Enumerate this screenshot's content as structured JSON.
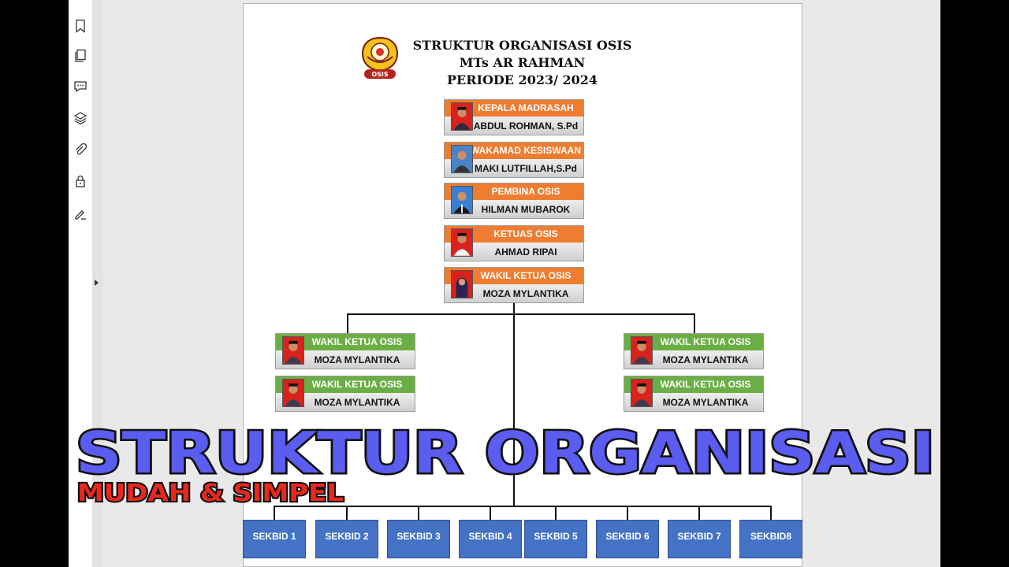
{
  "viewer": {
    "sidebar_icons": [
      "bookmark-icon",
      "pages-icon",
      "comment-icon",
      "layers-icon",
      "attachment-icon",
      "lock-icon",
      "signature-icon"
    ]
  },
  "document": {
    "title_lines": [
      "STRUKTUR ORGANISASI OSIS",
      "MTs AR RAHMAN",
      "PERIODE 2023/ 2024"
    ],
    "logo_text": "OSIS",
    "chain": [
      {
        "role": "KEPALA MADRASAH",
        "name": "ABDUL ROHMAN, S.Pd",
        "color": "orange",
        "photo": "red"
      },
      {
        "role": "WAKAMAD KESISWAAN",
        "name": "MAKI LUTFILLAH,S.Pd",
        "color": "orange",
        "photo": "blue"
      },
      {
        "role": "PEMBINA OSIS",
        "name": "HILMAN MUBAROK",
        "color": "orange",
        "photo": "blue"
      },
      {
        "role": "KETUAS OSIS",
        "name": "AHMAD RIPAI",
        "color": "orange",
        "photo": "red"
      },
      {
        "role": "WAKIL KETUA OSIS",
        "name": "MOZA MYLANTIKA",
        "color": "orange",
        "photo": "red-female"
      }
    ],
    "left_branch": [
      {
        "role": "WAKIL KETUA OSIS",
        "name": "MOZA MYLANTIKA",
        "color": "green",
        "photo": "red"
      },
      {
        "role": "WAKIL KETUA OSIS",
        "name": "MOZA MYLANTIKA",
        "color": "green",
        "photo": "red"
      }
    ],
    "right_branch": [
      {
        "role": "WAKIL KETUA OSIS",
        "name": "MOZA MYLANTIKA",
        "color": "green",
        "photo": "red"
      },
      {
        "role": "WAKIL KETUA OSIS",
        "name": "MOZA MYLANTIKA",
        "color": "green",
        "photo": "red"
      }
    ],
    "sekbid": [
      "SEKBID 1",
      "SEKBID 2",
      "SEKBID 3",
      "SEKBID 4",
      "SEKBID 5",
      "SEKBID 6",
      "SEKBID 7",
      "SEKBID8"
    ]
  },
  "overlay": {
    "title": "STRUKTUR ORGANISASI",
    "subtitle": "MUDAH & SIMPEL",
    "title_color": "#5b5cf0",
    "subtitle_color": "#e8281e"
  },
  "colors": {
    "orange": "#ef7d31",
    "green": "#6cae46",
    "sekbid": "#4472c4"
  }
}
